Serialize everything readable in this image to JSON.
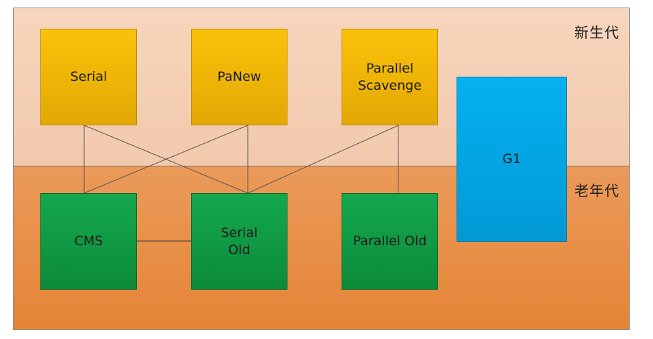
{
  "regions": {
    "young": {
      "label": "新生代",
      "color": "#f4cfb3"
    },
    "old": {
      "label": "老年代",
      "color": "#e88c44"
    }
  },
  "collectors": {
    "serial": {
      "label": "Serial",
      "color": "#f5b800"
    },
    "panew": {
      "label": "PaNew",
      "color": "#f5b800"
    },
    "parallel_scavenge": {
      "label": "Parallel\nScavenge",
      "color": "#f5b800"
    },
    "cms": {
      "label": "CMS",
      "color": "#0f9a45"
    },
    "serial_old": {
      "label": "Serial\nOld",
      "color": "#0f9a45"
    },
    "parallel_old": {
      "label": "Parallel Old",
      "color": "#0f9a45"
    },
    "g1": {
      "label": "G1",
      "color": "#03a6e6"
    }
  },
  "connections": [
    {
      "from": "Serial",
      "to": "CMS"
    },
    {
      "from": "Serial",
      "to": "Serial Old"
    },
    {
      "from": "PaNew",
      "to": "CMS"
    },
    {
      "from": "PaNew",
      "to": "Serial Old"
    },
    {
      "from": "Parallel Scavenge",
      "to": "Serial Old"
    },
    {
      "from": "Parallel Scavenge",
      "to": "Parallel Old"
    },
    {
      "from": "CMS",
      "to": "Serial Old"
    }
  ]
}
